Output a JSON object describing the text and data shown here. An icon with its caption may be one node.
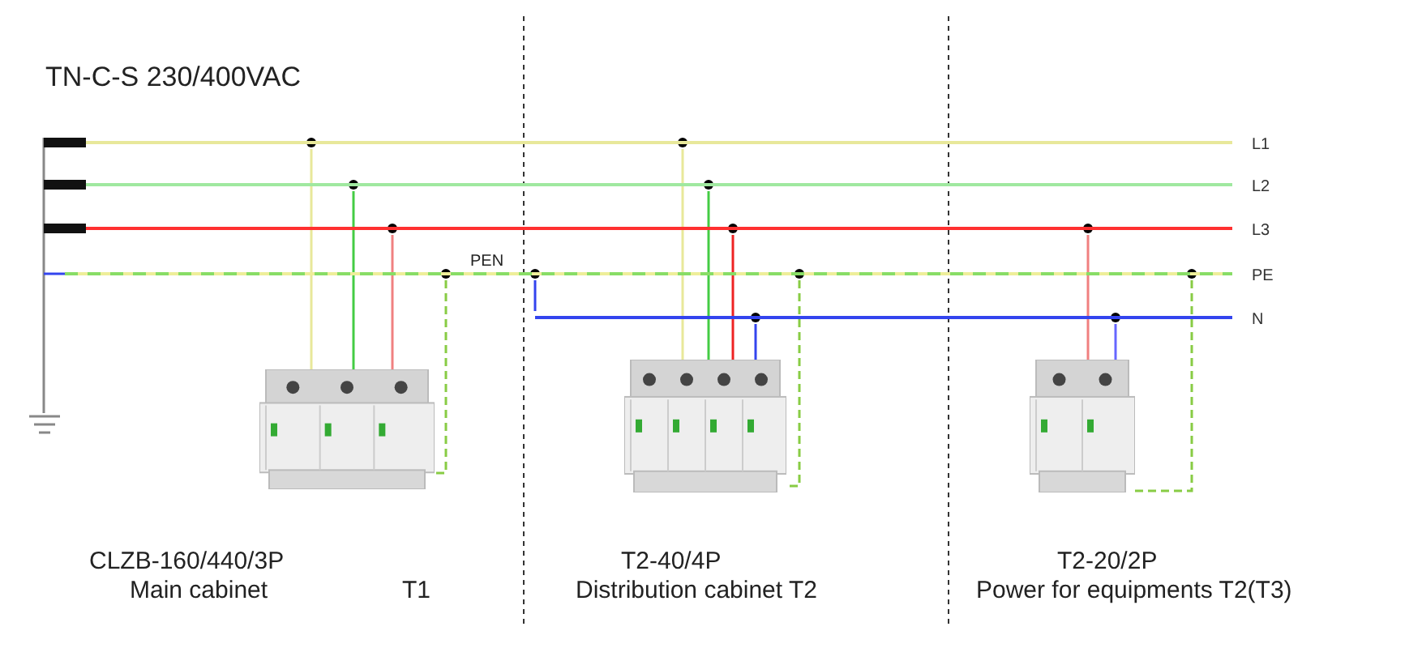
{
  "diagram": {
    "title": "TN-C-S 230/400VAC",
    "nodes": [
      {
        "text": [
          "L1"
        ]
      },
      {
        "text": [
          "L2"
        ]
      },
      {
        "text": [
          "L3"
        ]
      },
      {
        "text": [
          "PE"
        ]
      },
      {
        "text": [
          "N"
        ]
      },
      {
        "text": [],
        "shape": "picture",
        "beside": [
          "CLZB-160/440/3P",
          "Main cabinet",
          "T1"
        ]
      },
      {
        "text": [],
        "shape": "picture",
        "beside": [
          "T2-40/4P",
          "Distribution cabinet  T2"
        ]
      },
      {
        "text": [],
        "shape": "picture",
        "beside": [
          "T2-20/2P",
          "Power for equipments  T2(T3)"
        ]
      }
    ],
    "edges": [
      {
        "from": 0,
        "to": 5,
        "arrow": "none",
        "color": "#e8e89a"
      },
      {
        "from": 1,
        "to": 5,
        "arrow": "none",
        "color": "#44cc44"
      },
      {
        "from": 2,
        "to": 5,
        "arrow": "none",
        "color": "#f08080"
      },
      {
        "from": 3,
        "to": 5,
        "arrow": "none",
        "style": "dashed",
        "color": "#88cc44"
      },
      {
        "from": 3,
        "to": 4,
        "arrow": "none",
        "color": "#3344ee"
      },
      {
        "from": 0,
        "to": 6,
        "arrow": "none",
        "color": "#e8e89a"
      },
      {
        "from": 1,
        "to": 6,
        "arrow": "none",
        "color": "#44cc44"
      },
      {
        "from": 2,
        "to": 6,
        "arrow": "none",
        "color": "#ee2222"
      },
      {
        "from": 4,
        "to": 6,
        "arrow": "none",
        "color": "#3344ee"
      },
      {
        "from": 3,
        "to": 6,
        "arrow": "none",
        "style": "dashed",
        "color": "#88cc44"
      },
      {
        "from": 2,
        "to": 7,
        "arrow": "none",
        "color": "#f08080"
      },
      {
        "from": 4,
        "to": 7,
        "arrow": "none",
        "color": "#6666ff"
      },
      {
        "from": 3,
        "to": 7,
        "arrow": "none",
        "style": "dashed",
        "color": "#88cc44"
      }
    ],
    "labels": [
      "PEN"
    ]
  }
}
